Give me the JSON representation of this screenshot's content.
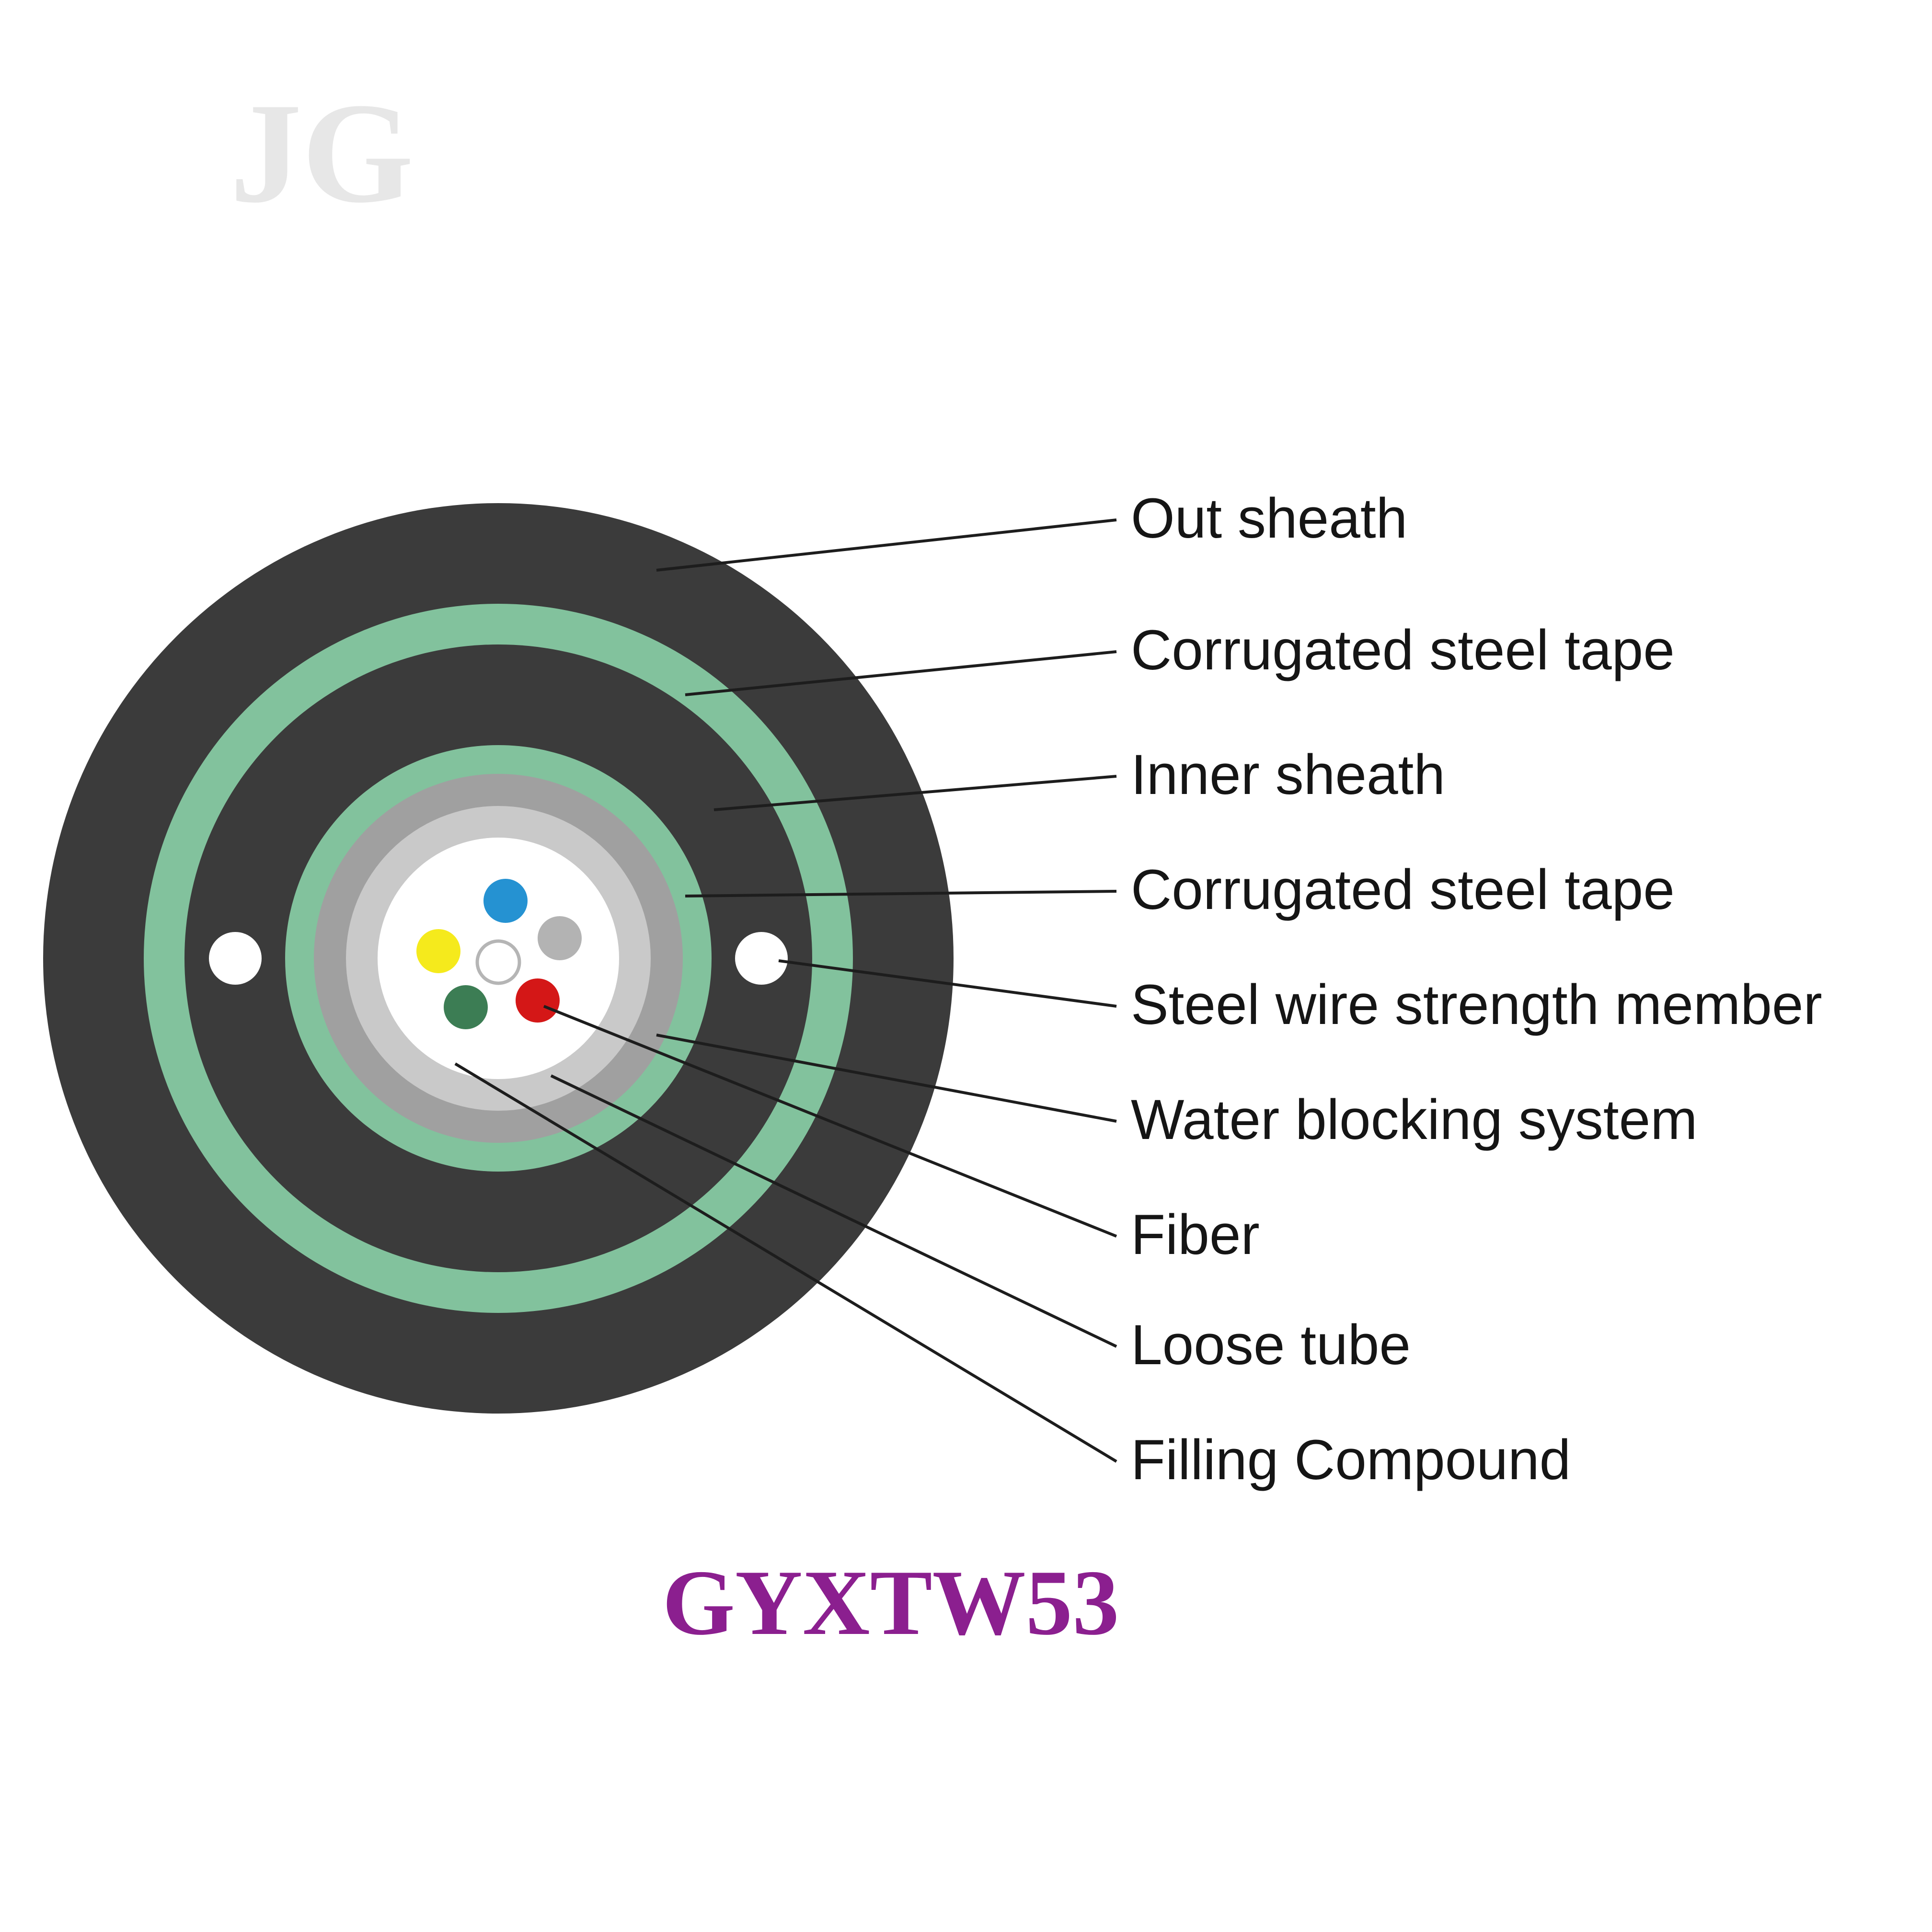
{
  "title": "GYXTW53",
  "watermark": "JG",
  "diagram": {
    "type": "cable-cross-section",
    "labels": [
      {
        "text": "Out sheath"
      },
      {
        "text": "Corrugated steel tape"
      },
      {
        "text": "Inner sheath"
      },
      {
        "text": "Corrugated steel tape"
      },
      {
        "text": "Steel wire strength member"
      },
      {
        "text": "Water blocking system"
      },
      {
        "text": "Fiber"
      },
      {
        "text": "Loose tube"
      },
      {
        "text": "Filling Compound"
      }
    ],
    "layers": [
      {
        "name": "outer-sheath",
        "color": "#3b3b3b"
      },
      {
        "name": "corrugated-steel-tape-outer",
        "color": "#82c29d"
      },
      {
        "name": "inner-sheath",
        "color": "#3b3b3b"
      },
      {
        "name": "corrugated-steel-tape-inner",
        "color": "#82c29d"
      },
      {
        "name": "water-blocking-armor",
        "color": "#a0a0a0"
      },
      {
        "name": "loose-tube-wall",
        "color": "#c9c9c9"
      },
      {
        "name": "filling-compound-core",
        "color": "#ffffff"
      }
    ],
    "fibers": [
      {
        "name": "fiber-blue",
        "color": "#2592d2"
      },
      {
        "name": "fiber-gray",
        "color": "#b3b3b3"
      },
      {
        "name": "fiber-yellow",
        "color": "#f5ea1c"
      },
      {
        "name": "fiber-white",
        "color": "#ffffff"
      },
      {
        "name": "fiber-red",
        "color": "#d41717"
      },
      {
        "name": "fiber-green",
        "color": "#3c7d54"
      }
    ],
    "steel_wires_color": "#ffffff"
  },
  "colors": {
    "label_text": "#151515",
    "leader_line": "#1d1d1d",
    "title_purple": "#8b1f8f",
    "background": "#ffffff"
  }
}
